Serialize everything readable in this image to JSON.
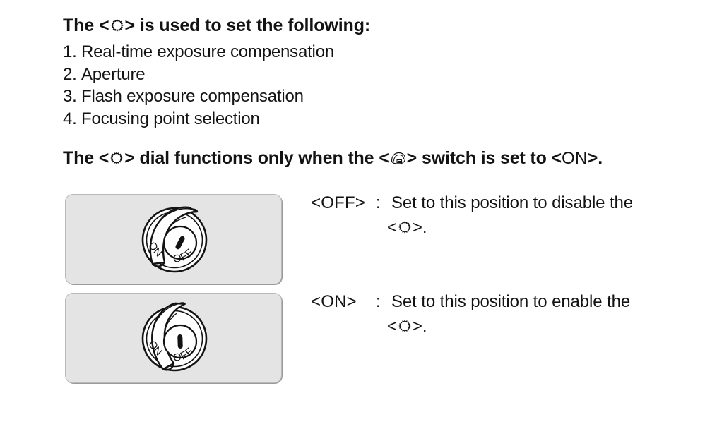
{
  "heading": {
    "before_icon": "The <",
    "icon": "quick-control-dial-icon",
    "after_icon": "> is used to set the following:"
  },
  "list": {
    "items": [
      {
        "num": "1.",
        "text": "Real-time exposure compensation"
      },
      {
        "num": "2.",
        "text": "Aperture"
      },
      {
        "num": "3.",
        "text": "Flash exposure compensation"
      },
      {
        "num": "4.",
        "text": "Focusing point selection"
      }
    ]
  },
  "subhead": {
    "part1": "The <",
    "dial_icon": "quick-control-dial-icon",
    "part2": "> dial functions only when the <",
    "switch_icon": "power-switch-icon",
    "part3": "> switch is set to <",
    "on_label": "ON",
    "part4": ">."
  },
  "panels": [
    {
      "id": "panel-off",
      "name": "power-switch-illustration-off",
      "state": "OFF",
      "dial_labels": {
        "on": "ON",
        "off": "OFF"
      }
    },
    {
      "id": "panel-on",
      "name": "power-switch-illustration-on",
      "state": "ON",
      "dial_labels": {
        "on": "ON",
        "off": "OFF"
      }
    }
  ],
  "captions": [
    {
      "open_bracket": "<",
      "label": "OFF",
      "close_bracket": ">",
      "colon": ":",
      "text": "Set to this position to disable the",
      "line2_open": "<",
      "line2_icon": "quick-control-dial-icon",
      "line2_close": ">."
    },
    {
      "open_bracket": "<",
      "label": "ON",
      "close_bracket": ">",
      "colon": ":",
      "text": "Set to this position to enable the",
      "line2_open": "<",
      "line2_icon": "quick-control-dial-icon",
      "line2_close": ">."
    }
  ],
  "colors": {
    "text": "#131313",
    "panel_fill": "#e4e4e4",
    "panel_border": "#b9b9b9",
    "background": "#ffffff"
  }
}
